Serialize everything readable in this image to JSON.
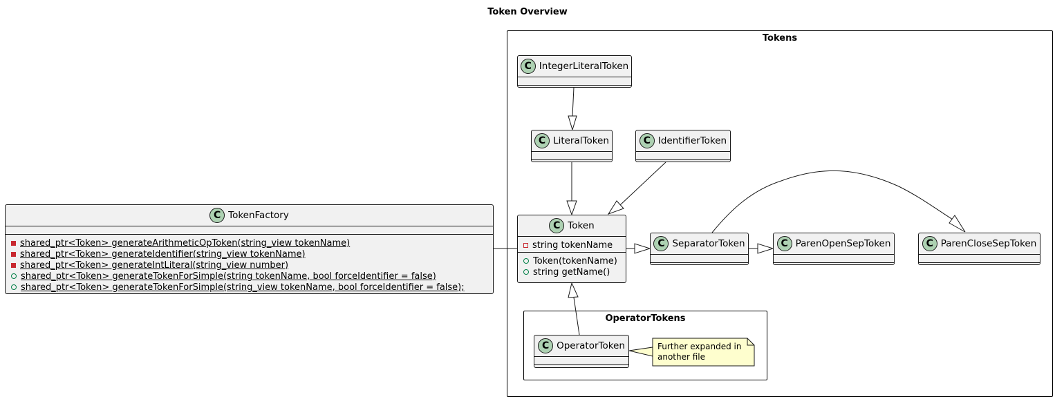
{
  "diagram": {
    "title": "Token Overview",
    "packages": {
      "tokens": "Tokens",
      "operator_tokens": "OperatorTokens"
    },
    "classes": {
      "token_factory": {
        "stereotype": "C",
        "name": "TokenFactory",
        "methods": [
          "shared_ptr<Token> generateArithmeticOpToken(string_view tokenName)",
          "shared_ptr<Token> generateIdentifier(string_view tokenName)",
          "shared_ptr<Token> generateIntLiteral(string_view number)",
          "shared_ptr<Token> generateTokenForSimple(string tokenName, bool forceIdentifier = false)",
          "shared_ptr<Token> generateTokenForSimple(string_view tokenName, bool forceIdentifier = false);"
        ]
      },
      "integer_literal_token": {
        "stereotype": "C",
        "name": "IntegerLiteralToken"
      },
      "literal_token": {
        "stereotype": "C",
        "name": "LiteralToken"
      },
      "identifier_token": {
        "stereotype": "C",
        "name": "IdentifierToken"
      },
      "token": {
        "stereotype": "C",
        "name": "Token",
        "fields": [
          "string tokenName"
        ],
        "methods": [
          "Token(tokenName)",
          "string getName()"
        ]
      },
      "separator_token": {
        "stereotype": "C",
        "name": "SeparatorToken"
      },
      "paren_open_sep_token": {
        "stereotype": "C",
        "name": "ParenOpenSepToken"
      },
      "paren_close_sep_token": {
        "stereotype": "C",
        "name": "ParenCloseSepToken"
      },
      "operator_token": {
        "stereotype": "C",
        "name": "OperatorToken"
      }
    },
    "note": {
      "line1": "Further expanded in",
      "line2": "another file"
    }
  },
  "colors": {
    "class_fill": "#f1f1f1",
    "class_stroke": "#181818",
    "class_icon": "#add1b2",
    "note_fill": "#fefece",
    "private_marker": "#c82930",
    "public_marker": "#038048"
  }
}
